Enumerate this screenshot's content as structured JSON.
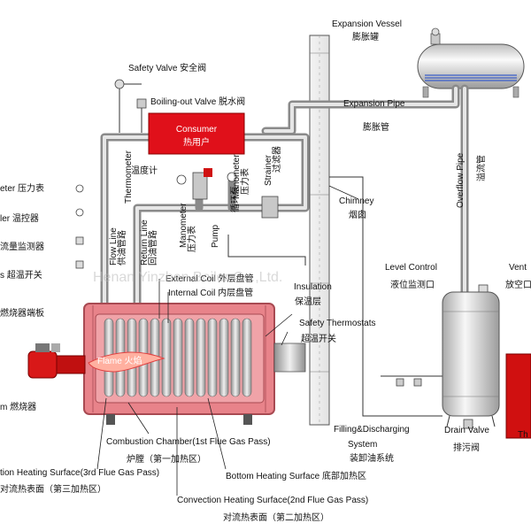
{
  "labels": {
    "expansion_vessel_en": "Expansion Vessel",
    "expansion_vessel_cn": "膨胀罐",
    "safety_valve": "Safety Valve  安全阀",
    "boiling_out_valve": "Boiling-out Valve 脱水阀",
    "expansion_pipe_en": "Expansion Pipe",
    "expansion_pipe_cn": "膨胀管",
    "consumer_en": "Consumer",
    "consumer_cn": "热用户",
    "overflow_pipe_en": "Overflow Pipe",
    "overflow_pipe_cn": "溢流管",
    "pressure_gauge_left": "eter 压力表",
    "temp_controller_left": "ler 温控器",
    "flow_monitor_left": "流量监测器",
    "over_temp_switch_left": "s 超温开关",
    "burner_terminal_left": "燃烧器端板",
    "burner_left": "m 燃烧器",
    "thermometer_en": "Thermometer",
    "thermometer_cn": "温度计",
    "flow_line_en": "Flow Line",
    "flow_line_cn": "供油管路",
    "return_line_en": "Return Line",
    "return_line_cn": "回油管路",
    "manometer_en": "Manometer",
    "manometer_cn": "压力表",
    "pump_en": "Pump",
    "pump_cn": "循环泵",
    "manometer2_en": "Manometer",
    "manometer2_cn": "压力表",
    "strainer_en": "Strainer",
    "strainer_cn": "过滤器",
    "chimney_en": "Chimney",
    "chimney_cn": "烟囱",
    "level_control_en": "Level Control",
    "level_control_cn": "液位监测口",
    "vent_en": "Vent",
    "vent_cn": "放空口",
    "external_coil": "External Coil 外层盘管",
    "internal_coil": "Internal Coil 内层盘管",
    "insulation_en": "Insulation",
    "insulation_cn": "保温层",
    "safety_thermostat_en": "Safety Thermostats",
    "safety_thermostat_cn": "超温开关",
    "flame": "Flame 火焰",
    "filling_en": "Filling&Discharging",
    "filling_en2": "System",
    "filling_cn": "装卸油系统",
    "drain_valve_en": "Drain Valve",
    "drain_valve_cn": "排污阀",
    "combustion_chamber_en": "Combustion Chamber(1st Flue Gas Pass)",
    "combustion_chamber_cn": "炉膛（第一加热区）",
    "bottom_heating": "Bottom Heating Surface 底部加热区",
    "convection_3rd_en": "tion Heating Surface(3rd Flue Gas Pass)",
    "convection_3rd_cn": "对流热表面（第三加热区）",
    "convection_2nd_en": "Convection Heating Surface(2nd Flue Gas Pass)",
    "convection_2nd_cn": "对流热表面（第二加热区）",
    "right_edge_cut": "Th",
    "watermark": "Henan Yinzhen Boiler Co.,Ltd."
  },
  "colors": {
    "boiler": "#e8838a",
    "boiler_edge": "#a84a52",
    "consumer": "#e0101a",
    "burner": "#d81818",
    "pipe": "#8a8a8a",
    "vessel": "#eaeaea"
  }
}
